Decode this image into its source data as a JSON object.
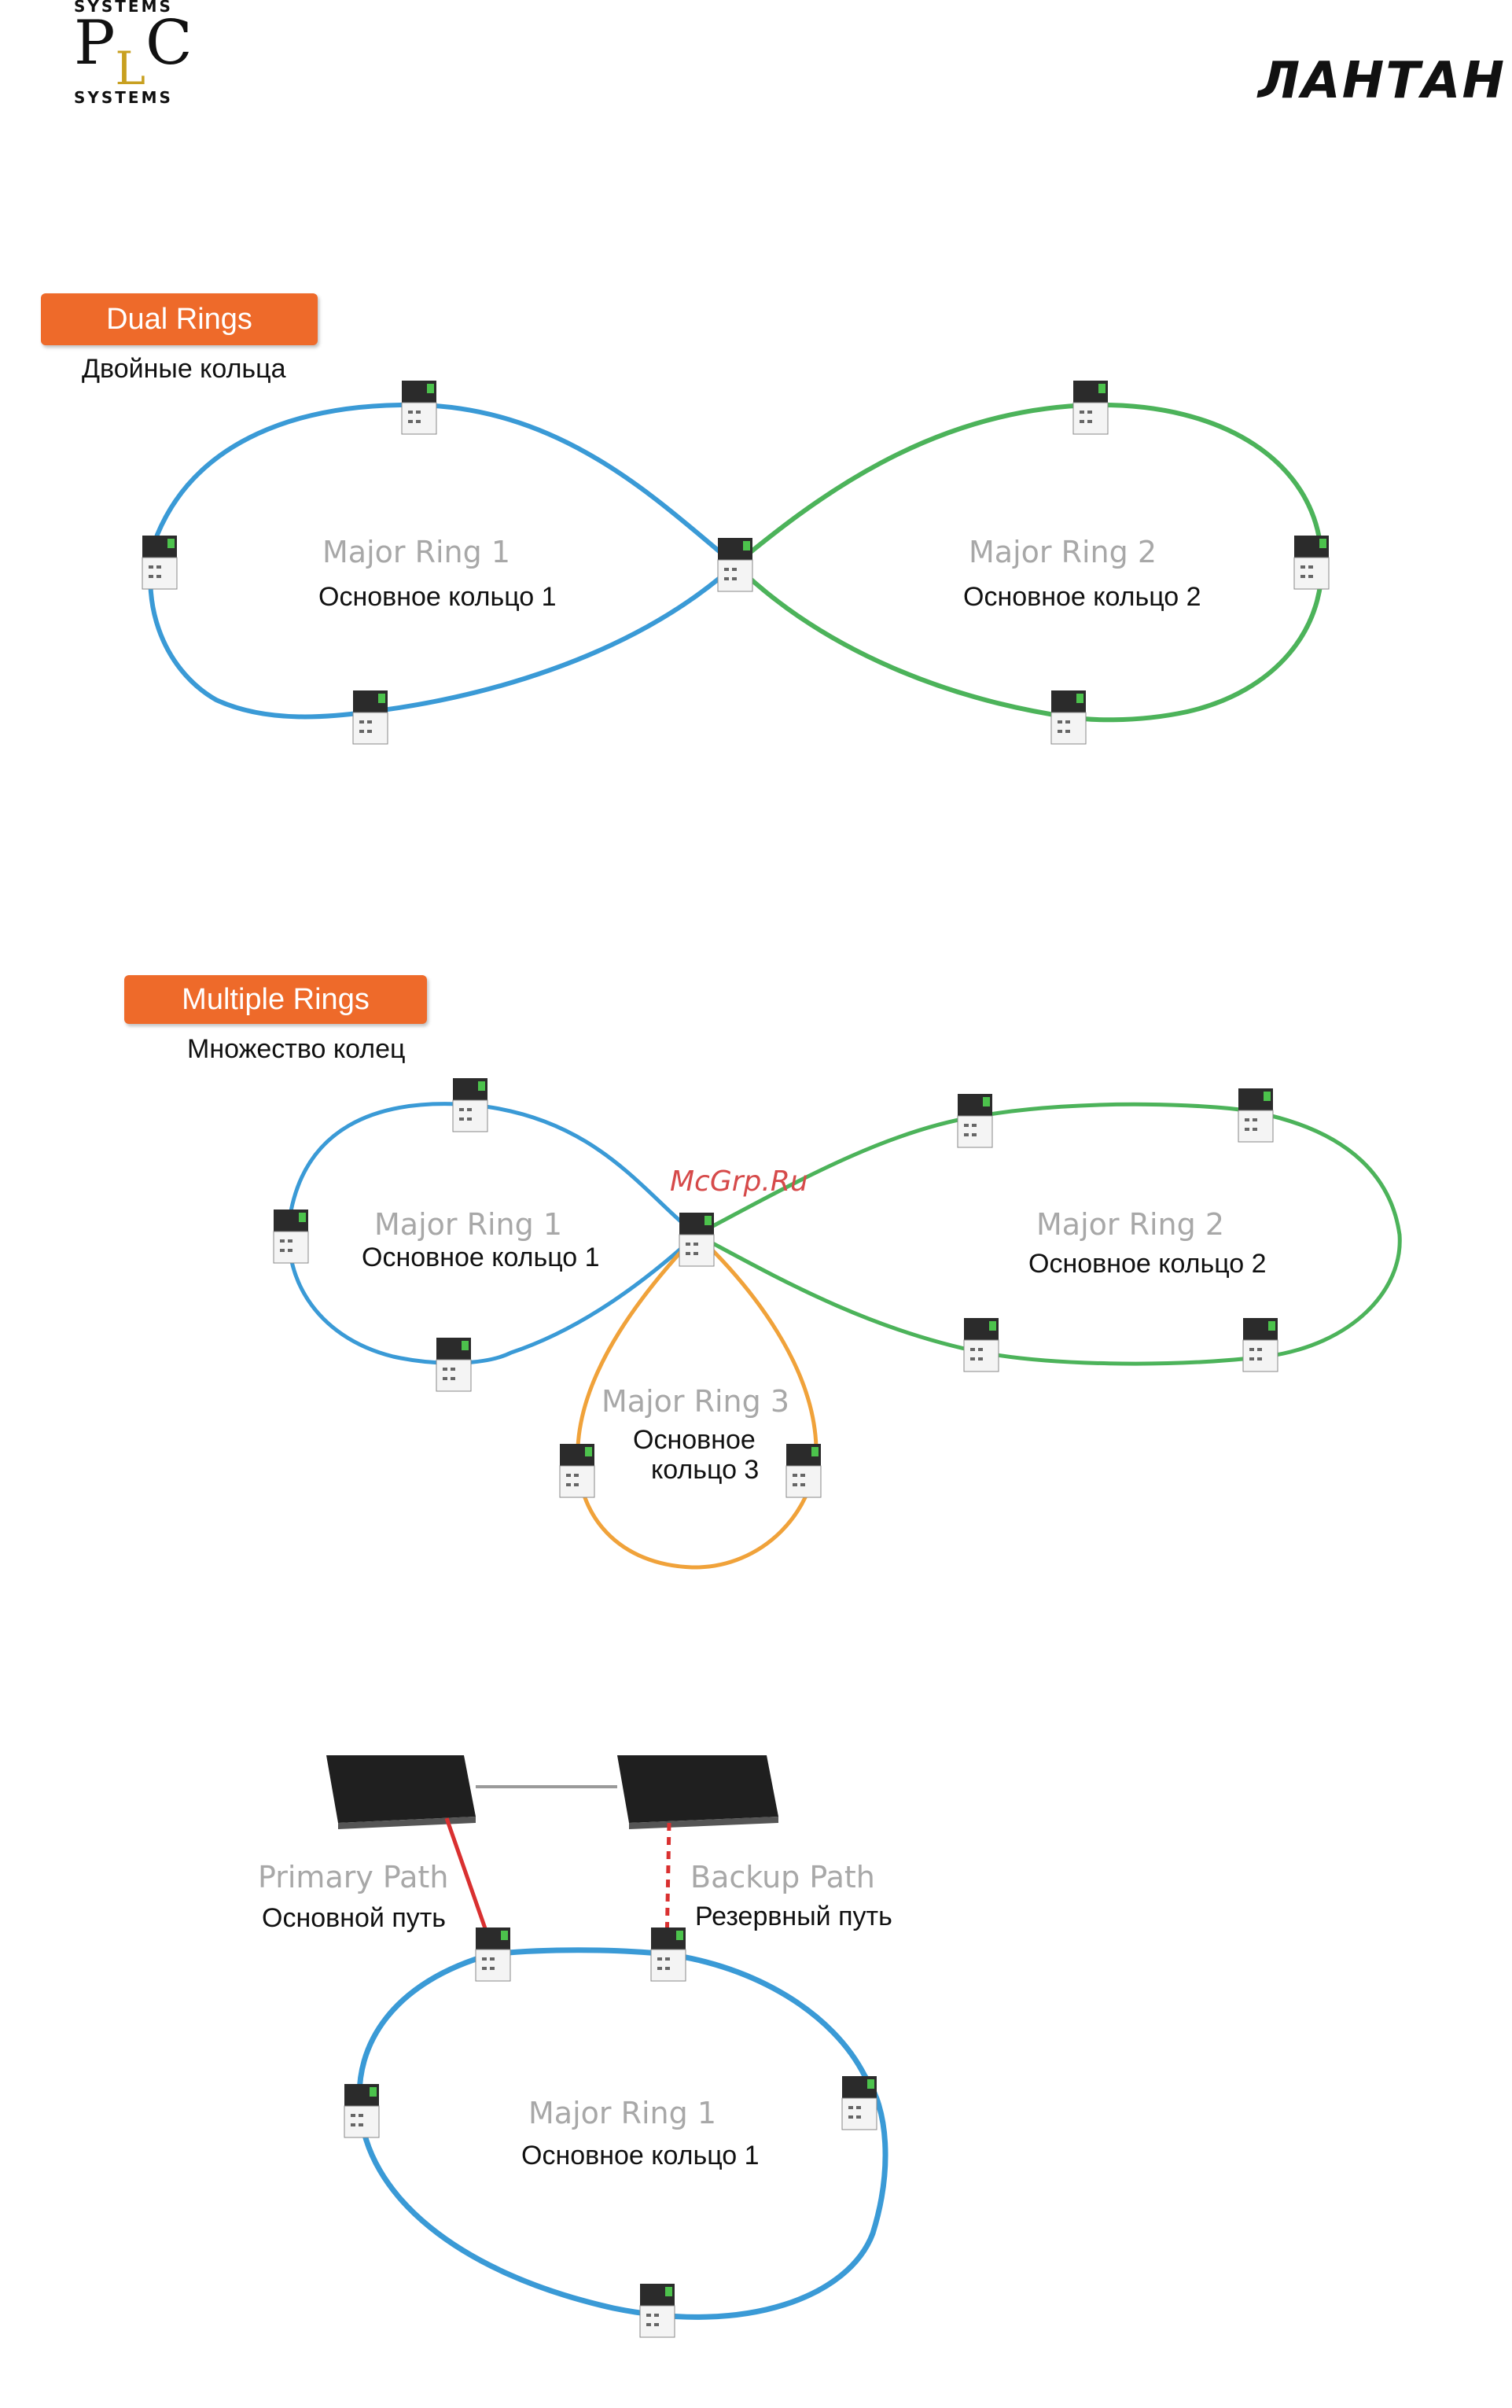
{
  "header": {
    "plc_logo_top": "SYSTEMS",
    "plc_logo_main": "PLC",
    "plc_logo_bottom": "SYSTEMS",
    "lantan_logo": "ЛАНТАН"
  },
  "sections": [
    {
      "badge": "Dual Rings",
      "caption": "Двойные кольца",
      "rings": [
        {
          "name": "Major Ring 1",
          "name_ru": "Основное кольцо 1",
          "color": "#3a9ad6"
        },
        {
          "name": "Major Ring 2",
          "name_ru": "Основное кольцо 2",
          "color": "#4cb35a"
        }
      ]
    },
    {
      "badge": "Multiple Rings",
      "caption": "Множество колец",
      "rings": [
        {
          "name": "Major Ring 1",
          "name_ru": "Основное кольцо 1",
          "color": "#3a9ad6"
        },
        {
          "name": "Major Ring 2",
          "name_ru": "Основное кольцо 2",
          "color": "#4cb35a"
        },
        {
          "name": "Major Ring 3",
          "name_ru_line1": "Основное",
          "name_ru_line2": "кольцо 3",
          "color": "#f0a23a"
        }
      ]
    },
    {
      "primary_path": "Primary Path",
      "primary_path_ru": "Основной путь",
      "backup_path": "Backup Path",
      "backup_path_ru": "Резервный путь",
      "ring": {
        "name": "Major Ring 1",
        "name_ru": "Основное кольцо 1",
        "color": "#3a9ad6"
      },
      "primary_color": "#d93030",
      "backup_color": "#d93030"
    }
  ],
  "watermark": "McGrp.Ru",
  "icons": {
    "switch": "industrial-switch-icon",
    "core_switch": "rack-switch-icon"
  }
}
